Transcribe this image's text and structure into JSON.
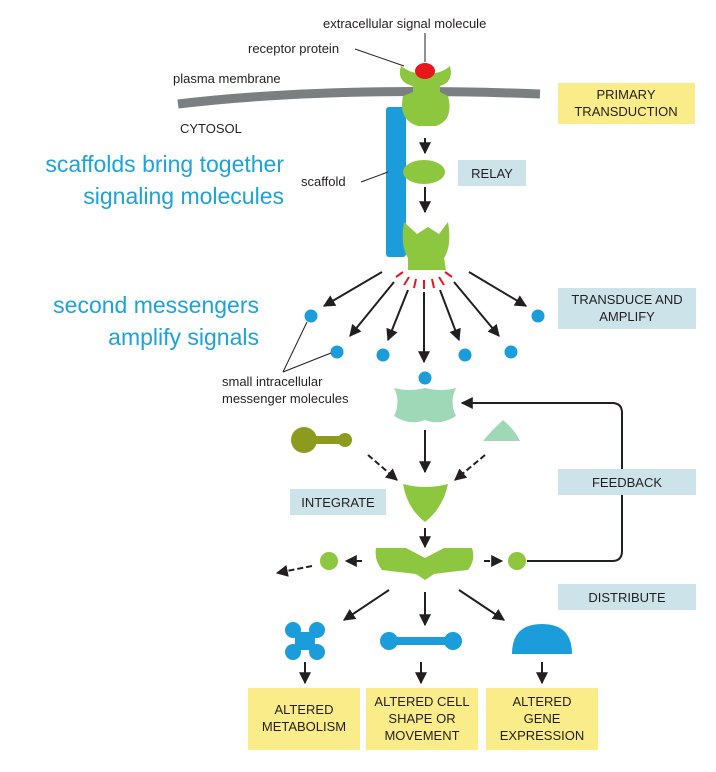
{
  "labels": {
    "extracellular_signal_molecule": "extracellular signal molecule",
    "receptor_protein": "receptor protein",
    "plasma_membrane": "plasma membrane",
    "cytosol": "CYTOSOL",
    "scaffold": "scaffold",
    "small_messenger_line1": "small intracellular",
    "small_messenger_line2": "messenger molecules"
  },
  "annotations": {
    "scaffolds_line1": "scaffolds bring together",
    "scaffolds_line2": "signaling molecules",
    "second_messengers_line1": "second messengers",
    "second_messengers_line2": "amplify signals"
  },
  "stage_boxes": {
    "primary_line1": "PRIMARY",
    "primary_line2": "TRANSDUCTION",
    "relay": "RELAY",
    "transduce_line1": "TRANSDUCE AND",
    "transduce_line2": "AMPLIFY",
    "feedback": "FEEDBACK",
    "integrate": "INTEGRATE",
    "distribute": "DISTRIBUTE"
  },
  "outcomes": {
    "metabolism_line1": "ALTERED",
    "metabolism_line2": "METABOLISM",
    "shape_line1": "ALTERED CELL",
    "shape_line2": "SHAPE OR",
    "shape_line3": "MOVEMENT",
    "gene_line1": "ALTERED",
    "gene_line2": "GENE",
    "gene_line3": "EXPRESSION"
  },
  "colors": {
    "green": "#8dc63f",
    "light_green": "#9fd8b6",
    "olive": "#8c9b1e",
    "blue": "#1b9ddb",
    "red": "#e5161c",
    "membrane": "#7a7f82",
    "stage_box": "#cde3ea",
    "outcome_box": "#fbec8a",
    "annotation_text": "#1aa3dc"
  }
}
